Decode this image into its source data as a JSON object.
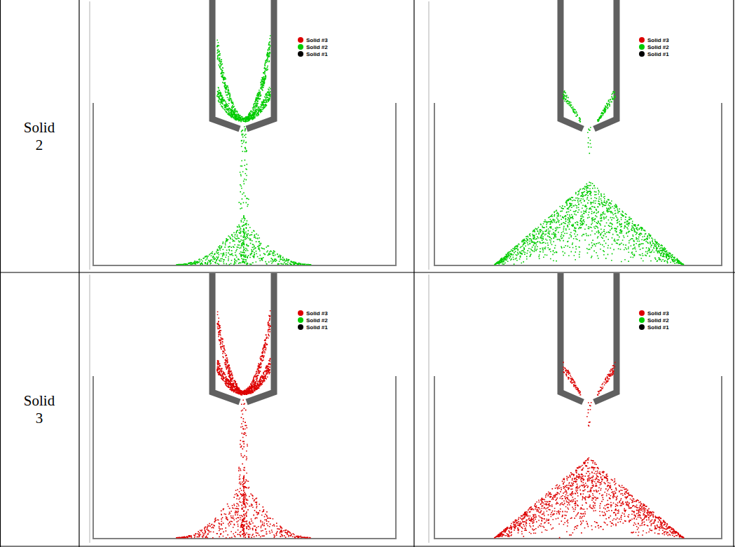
{
  "diagram": {
    "labels": [
      "Solid 2",
      "Solid 3"
    ],
    "legend": [
      {
        "text": "Solid #3",
        "color": "#dd0000"
      },
      {
        "text": "Solid #2",
        "color": "#00cc00"
      },
      {
        "text": "Solid #1",
        "color": "#000000"
      },
      {
        "text": "Solid #3",
        "color": "#dd0000"
      },
      {
        "text": "Solid #2",
        "color": "#00cc00"
      },
      {
        "text": "Solid #1",
        "color": "#000000"
      },
      {
        "text": "Solid #3",
        "color": "#dd0000"
      },
      {
        "text": "Solid #2",
        "color": "#00cc00"
      },
      {
        "text": "Solid #1",
        "color": "#000000"
      },
      {
        "text": "Solid #3",
        "color": "#dd0000"
      },
      {
        "text": "Solid #2",
        "color": "#00cc00"
      },
      {
        "text": "Solid #1",
        "color": "#000000"
      }
    ]
  }
}
